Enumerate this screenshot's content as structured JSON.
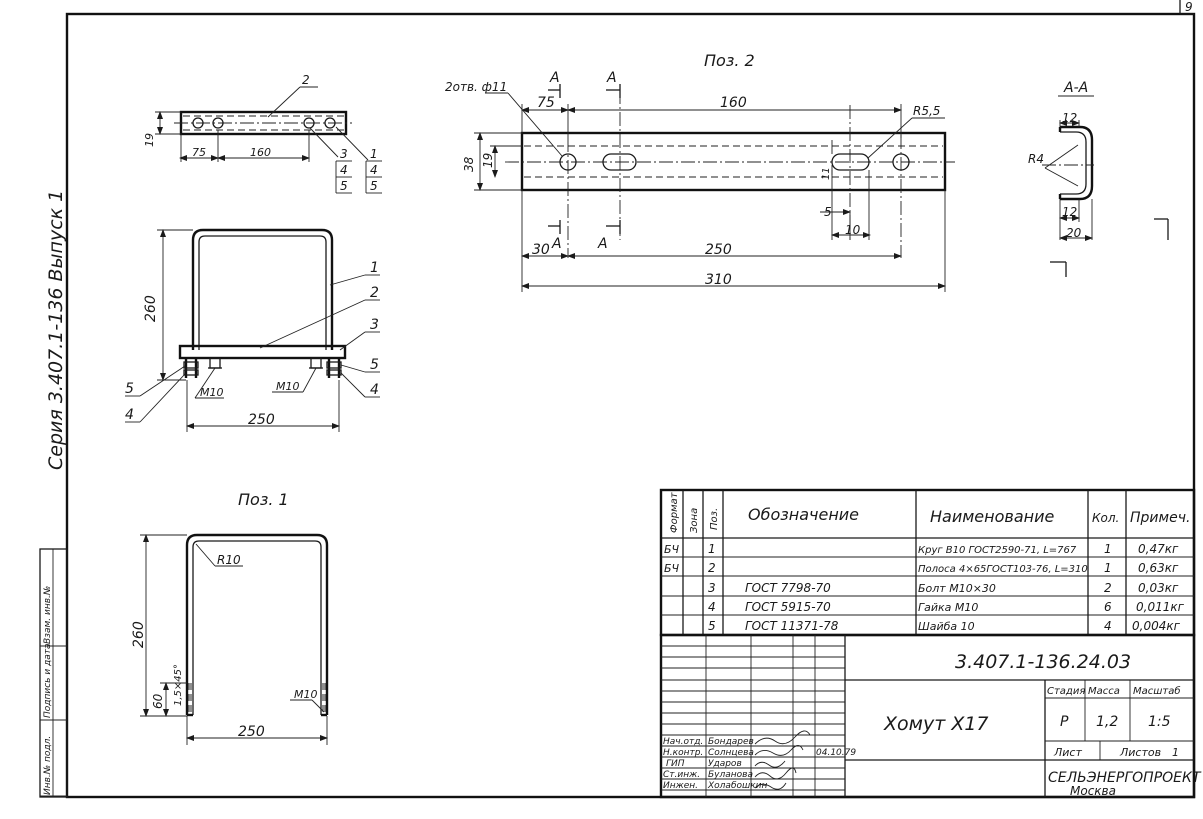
{
  "sheet": {
    "page_number": "9",
    "series_text": "Серия 3.407.1-136 Выпуск 1"
  },
  "side_stamp": [
    "Инв.№ подл.",
    "Подпись и дата",
    "Взам. инв.№"
  ],
  "views": {
    "poz2_title": "Поз. 2",
    "poz1_title": "Поз. 1",
    "section_title": "А-А",
    "section_mark": "А"
  },
  "dims": {
    "top_small": {
      "d19": "19",
      "d75": "75",
      "d160": "160"
    },
    "assembly": {
      "d260": "260",
      "d250": "250",
      "m10_left": "М10",
      "m10_right": "М10"
    },
    "poz2": {
      "holes": "2отв. ф11",
      "r55": "R5,5",
      "d75": "75",
      "d160": "160",
      "d38": "38",
      "d19": "19",
      "d11": "11",
      "d5": "5",
      "d10": "10",
      "d30": "30",
      "d250": "250",
      "d310": "310"
    },
    "section": {
      "d12a": "12",
      "r4": "R4",
      "d12b": "12",
      "d20": "20"
    },
    "poz1": {
      "r10": "R10",
      "d260": "260",
      "d60": "60",
      "chamfer": "1,5×45°",
      "m10": "М10",
      "d250": "250"
    }
  },
  "callouts": {
    "top_small": [
      "2",
      "3",
      "1",
      "4",
      "4",
      "5",
      "5"
    ],
    "assembly": [
      "1",
      "2",
      "3",
      "5",
      "4",
      "5",
      "4"
    ]
  },
  "spec_table": {
    "headers": [
      "Формат",
      "Зона",
      "Поз.",
      "Обозначение",
      "Наименование",
      "Кол.",
      "Примеч."
    ],
    "rows": [
      {
        "format": "БЧ",
        "zone": "",
        "pos": "1",
        "designation": "",
        "name": "Круг В10 ГОСТ2590-71, L=767",
        "qty": "1",
        "note": "0,47кг"
      },
      {
        "format": "БЧ",
        "zone": "",
        "pos": "2",
        "designation": "",
        "name": "Полоса 4×65ГОСТ103-76, L=310",
        "qty": "1",
        "note": "0,63кг"
      },
      {
        "format": "",
        "zone": "",
        "pos": "3",
        "designation": "ГОСТ 7798-70",
        "name": "Болт М10×30",
        "qty": "2",
        "note": "0,03кг"
      },
      {
        "format": "",
        "zone": "",
        "pos": "4",
        "designation": "ГОСТ 5915-70",
        "name": "Гайка М10",
        "qty": "6",
        "note": "0,011кг"
      },
      {
        "format": "",
        "zone": "",
        "pos": "5",
        "designation": "ГОСТ 11371-78",
        "name": "Шайба 10",
        "qty": "4",
        "note": "0,004кг"
      }
    ]
  },
  "title_block": {
    "doc_code": "3.407.1-136.24.03",
    "title": "Хомут Х17",
    "stage_label": "Стадия",
    "mass_label": "Масса",
    "scale_label": "Масштаб",
    "stage": "Р",
    "mass": "1,2",
    "scale": "1:5",
    "sheet_label": "Лист",
    "sheets_label": "Листов",
    "sheets": "1",
    "org": "СЕЛЬЭНЕРГОПРОЕКТ",
    "city": "Москва",
    "date": "04.10.79",
    "signers": [
      {
        "role": "Нач.отд.",
        "name": "Бондарев"
      },
      {
        "role": "Н.контр.",
        "name": "Солнцева"
      },
      {
        "role": "ГИП",
        "name": "Ударов"
      },
      {
        "role": "Ст.инж.",
        "name": "Буланова"
      },
      {
        "role": "Инжен.",
        "name": "Холабошкин"
      }
    ]
  }
}
